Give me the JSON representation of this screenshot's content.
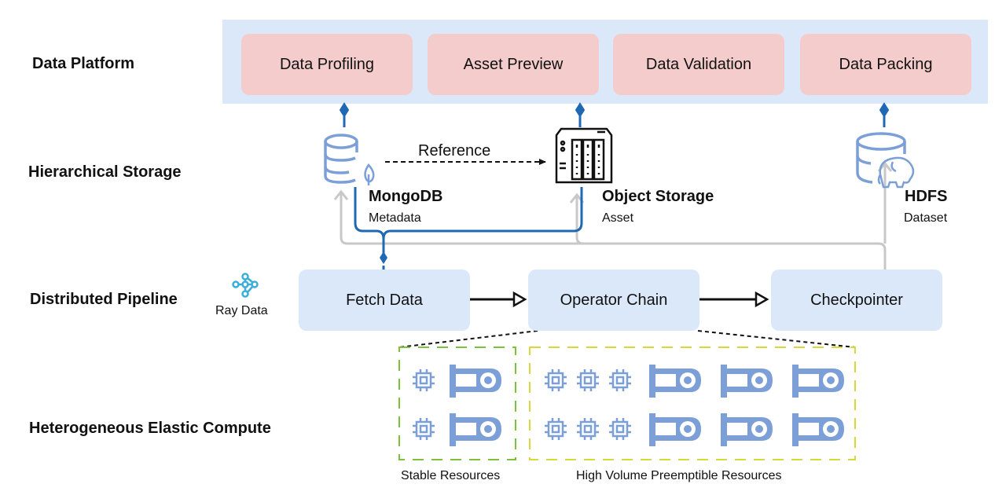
{
  "layers": {
    "platform": "Data Platform",
    "storage": "Hierarchical Storage",
    "pipeline": "Distributed Pipeline",
    "compute": "Heterogeneous Elastic Compute"
  },
  "platform_modules": [
    "Data Profiling",
    "Asset Preview",
    "Data Validation",
    "Data Packing"
  ],
  "storage": {
    "reference_label": "Reference",
    "mongodb": {
      "title": "MongoDB",
      "subtitle": "Metadata",
      "icon": "database-mongodb-icon"
    },
    "object_storage": {
      "title": "Object Storage",
      "subtitle": "Asset",
      "icon": "nas-server-icon"
    },
    "hdfs": {
      "title": "HDFS",
      "subtitle": "Dataset",
      "icon": "database-hadoop-icon"
    }
  },
  "pipeline": {
    "framework_label": "Ray Data",
    "framework_icon": "ray-network-icon",
    "stages": [
      "Fetch Data",
      "Operator Chain",
      "Checkpointer"
    ]
  },
  "compute": {
    "stable": {
      "label": "Stable Resources",
      "cpu_count": 2,
      "gpu_count": 2
    },
    "preemptible": {
      "label": "High Volume Preemptible Resources",
      "cpu_count": 6,
      "gpu_count": 6
    }
  },
  "colors": {
    "platform_band": "#dae8fa",
    "module_fill": "#f4cccb",
    "pipeline_fill": "#dae8fa",
    "icon_blue": "#7b9fd6",
    "link_blue": "#1f68b3",
    "gray_arrow": "#c8c8c8",
    "stable_border": "#7cc23a",
    "preemptible_border": "#d8d83a",
    "ray_teal": "#3aaed8"
  }
}
